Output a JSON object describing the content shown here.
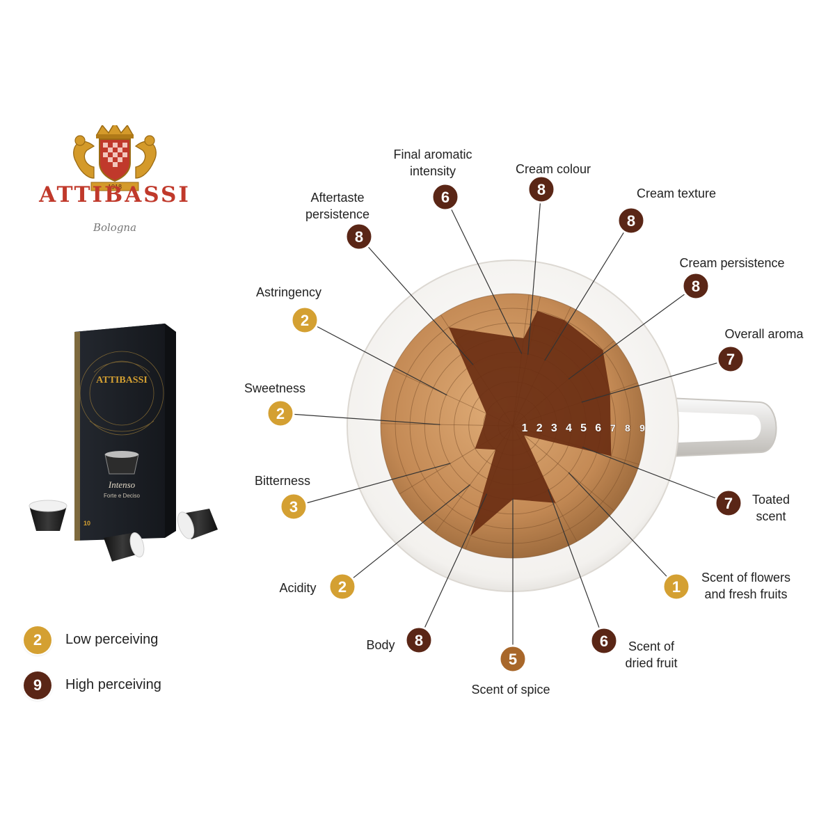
{
  "brand": {
    "name": "ATTIBASSI",
    "city": "Bologna",
    "crest_year": "1918"
  },
  "product": {
    "box_brand": "ATTIBASSI",
    "variant": "Intenso",
    "variant_sub": "Forte e Deciso",
    "capsule_count": "10"
  },
  "legend": {
    "low": {
      "badge": "2",
      "label": "Low perceiving",
      "color": "#d4a032"
    },
    "high": {
      "badge": "9",
      "label": "High perceiving",
      "color": "#5a2616"
    }
  },
  "colors": {
    "gold": "#d4a032",
    "brown": "#5a2616",
    "crema": "#c99360",
    "star": "#6a2e12",
    "cup": "#f6f4f1",
    "leader": "#333333"
  },
  "chart_data": {
    "type": "radar",
    "scale": {
      "min": 0,
      "max": 9,
      "ticks": [
        "1",
        "2",
        "3",
        "4",
        "5",
        "6",
        "7",
        "8",
        "9"
      ]
    },
    "grid": true,
    "axes": [
      {
        "label": "Final aromatic intensity",
        "value": 6,
        "level": "high"
      },
      {
        "label": "Cream colour",
        "value": 8,
        "level": "high"
      },
      {
        "label": "Cream texture",
        "value": 8,
        "level": "high"
      },
      {
        "label": "Cream persistence",
        "value": 8,
        "level": "high"
      },
      {
        "label": "Overall aroma",
        "value": 7,
        "level": "high"
      },
      {
        "label": "Toated scent",
        "value": 7,
        "level": "high"
      },
      {
        "label": "Scent of flowers and fresh fruits",
        "value": 1,
        "level": "low"
      },
      {
        "label": "Scent of dried fruit",
        "value": 6,
        "level": "high"
      },
      {
        "label": "Scent of spice",
        "value": 5,
        "level": "mid"
      },
      {
        "label": "Body",
        "value": 8,
        "level": "high"
      },
      {
        "label": "Acidity",
        "value": 2,
        "level": "low"
      },
      {
        "label": "Bitterness",
        "value": 3,
        "level": "low"
      },
      {
        "label": "Sweetness",
        "value": 2,
        "level": "low"
      },
      {
        "label": "Astringency",
        "value": 2,
        "level": "low"
      },
      {
        "label": "Aftertaste persistence",
        "value": 8,
        "level": "high"
      }
    ],
    "level_colors": {
      "low": "#d4a032",
      "mid": "#a8672a",
      "high": "#5a2616"
    }
  }
}
